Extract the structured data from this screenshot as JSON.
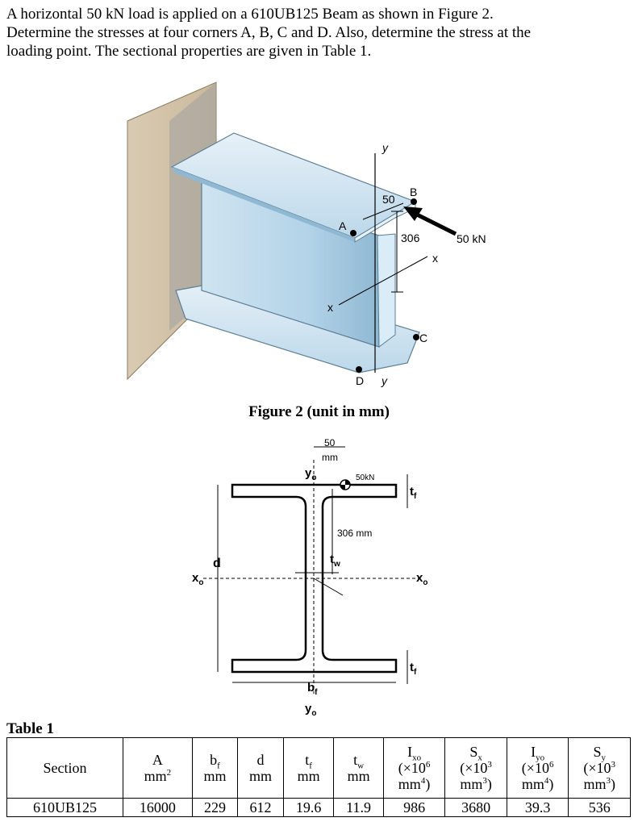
{
  "problem": {
    "lines": [
      "A horizontal 50 kN load is applied on a 610UB125 Beam as shown in Figure 2.",
      "Determine the stresses at four corners A, B, C and D. Also, determine the stress at the",
      "loading point. The sectional properties are given in Table 1."
    ]
  },
  "figure2": {
    "labels": {
      "y_top": "y",
      "y_bottom": "y",
      "x_right": "x",
      "x_left": "x",
      "dim_50": "50",
      "dim_306": "306",
      "load": "50 kN",
      "A": "A",
      "B": "B",
      "C": "C",
      "D": "D"
    },
    "caption": "Figure 2 (unit in mm)"
  },
  "section_diagram": {
    "dim_50": "50",
    "dim_mm": "mm",
    "load": "50kN",
    "dim_306": "306 mm",
    "yo_top": "y",
    "yo_bottom": "y",
    "xo_left": "x",
    "xo_right": "x",
    "sub_o": "o",
    "sub_f": "f",
    "sub_w": "w",
    "d": "d",
    "t": "t",
    "b": "b"
  },
  "table": {
    "title": "Table 1",
    "headers": {
      "section": "Section",
      "A": {
        "main": "A",
        "unit": "mm",
        "exp": "2"
      },
      "bf": {
        "main": "b",
        "sub": "f",
        "unit": "mm"
      },
      "d": {
        "main": "d",
        "unit": "mm"
      },
      "tf": {
        "main": "t",
        "sub": "f",
        "unit": "mm"
      },
      "tw": {
        "main": "t",
        "sub": "w",
        "unit": "mm"
      },
      "Ixo": {
        "main": "I",
        "sub": "xo",
        "l2a": "(×10",
        "exp": "6",
        "l3a": "mm",
        "exp2": "4",
        "close": ")"
      },
      "Sx": {
        "main": "S",
        "sub": "x",
        "l2a": "(×10",
        "exp": "3",
        "l3a": "mm",
        "exp2": "3",
        "close": ")"
      },
      "Iyo": {
        "main": "I",
        "sub": "yo",
        "l2a": "(×10",
        "exp": "6",
        "l3a": "mm",
        "exp2": "4",
        "close": ")"
      },
      "Sy": {
        "main": "S",
        "sub": "y",
        "l2a": "(×10",
        "exp": "3",
        "l3a": "mm",
        "exp2": "3",
        "close": ")"
      }
    },
    "row": {
      "section": "610UB125",
      "A": "16000",
      "bf": "229",
      "d": "612",
      "tf": "19.6",
      "tw": "11.9",
      "Ixo": "986",
      "Sx": "3680",
      "Iyo": "39.3",
      "Sy": "536"
    }
  }
}
